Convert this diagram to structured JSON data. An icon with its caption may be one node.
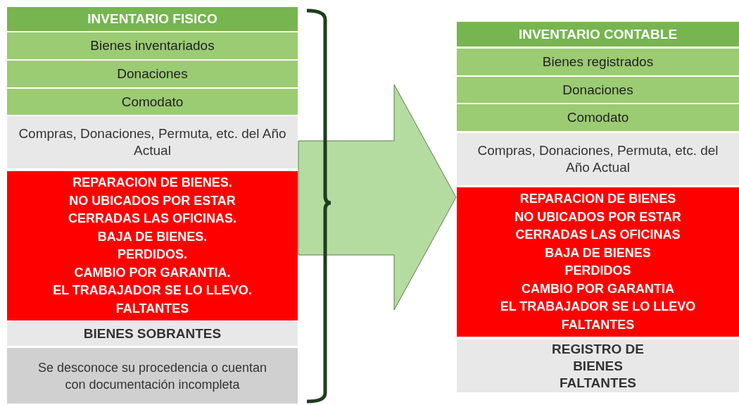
{
  "diagram": {
    "nodes": [
      {
        "text": [
          "INVENTARIO FISICO"
        ]
      },
      {
        "text": [
          "Bienes inventariados"
        ]
      },
      {
        "text": [
          "Donaciones"
        ]
      },
      {
        "text": [
          "Comodato"
        ]
      },
      {
        "text": [
          "Compras, Donaciones, Permuta, etc. del Año Actual"
        ]
      },
      {
        "text": [
          "REPARACION DE BIENES.",
          "NO UBICADOS POR ESTAR",
          "CERRADAS LAS OFICINAS.",
          "BAJA DE BIENES.",
          "PERDIDOS.",
          "CAMBIO POR GARANTIA.",
          "EL TRABAJADOR SE LO LLEVO.",
          "FALTANTES"
        ]
      },
      {
        "text": [
          "BIENES SOBRANTES"
        ]
      },
      {
        "text": [
          "Se desconoce su procedencia o cuentan con documentación incompleta"
        ]
      },
      {
        "text": [
          "INVENTARIO CONTABLE"
        ]
      },
      {
        "text": [
          "Bienes registrados"
        ]
      },
      {
        "text": [
          "Donaciones"
        ]
      },
      {
        "text": [
          "Comodato"
        ]
      },
      {
        "text": [
          "Compras, Donaciones, Permuta, etc. del Año Actual"
        ]
      },
      {
        "text": [
          "REPARACION DE BIENES",
          "NO UBICADOS POR ESTAR",
          "CERRADAS LAS OFICINAS",
          "BAJA DE BIENES",
          "PERDIDOS",
          "CAMBIO POR GARANTIA",
          "EL TRABAJADOR SE LO LLEVO",
          "FALTANTES"
        ]
      },
      {
        "text": [
          "REGISTRO DE BIENES FALTANTES"
        ]
      }
    ],
    "edges": [
      {
        "from": 5,
        "to": 13,
        "arrow": "to",
        "style": "thick"
      }
    ]
  }
}
